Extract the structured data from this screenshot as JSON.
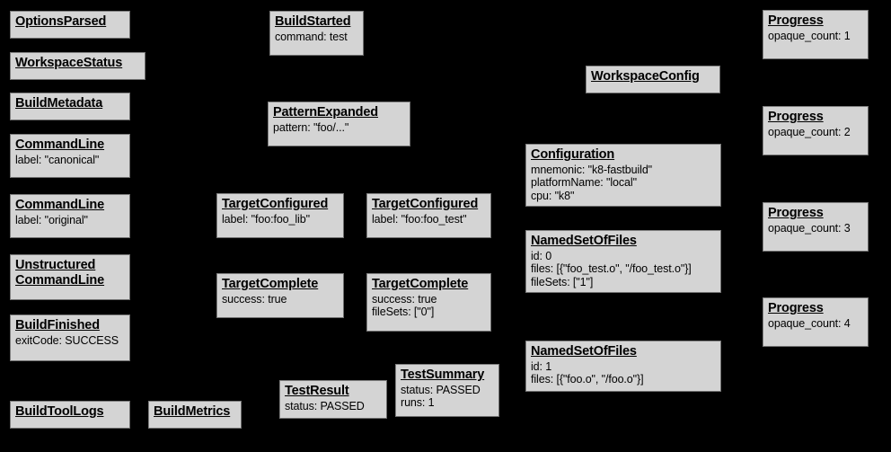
{
  "diagram": {
    "background_color": "#000000",
    "node_fill_color": "#d4d4d4",
    "node_border_color": "#808080",
    "text_color": "#000000",
    "nodes": [
      {
        "title": "OptionsParsed",
        "fields": []
      },
      {
        "title": "WorkspaceStatus",
        "fields": []
      },
      {
        "title": "BuildMetadata",
        "fields": []
      },
      {
        "title": "CommandLine",
        "fields": [
          "label: \"canonical\""
        ]
      },
      {
        "title": "CommandLine",
        "fields": [
          "label: \"original\""
        ]
      },
      {
        "title": "Unstructured\nCommandLine",
        "fields": []
      },
      {
        "title": "BuildFinished",
        "fields": [
          "exitCode: SUCCESS"
        ]
      },
      {
        "title": "BuildToolLogs",
        "fields": []
      },
      {
        "title": "BuildMetrics",
        "fields": []
      },
      {
        "title": "BuildStarted",
        "fields": [
          "command: test"
        ]
      },
      {
        "title": "PatternExpanded",
        "fields": [
          "pattern: \"foo/...\""
        ]
      },
      {
        "title": "TargetConfigured",
        "fields": [
          "label: \"foo:foo_lib\""
        ]
      },
      {
        "title": "TargetConfigured",
        "fields": [
          "label: \"foo:foo_test\""
        ]
      },
      {
        "title": "TargetComplete",
        "fields": [
          "success: true"
        ]
      },
      {
        "title": "TargetComplete",
        "fields": [
          "success: true",
          "fileSets: [\"0\"]"
        ]
      },
      {
        "title": "TestResult",
        "fields": [
          "status: PASSED"
        ]
      },
      {
        "title": "TestSummary",
        "fields": [
          "status: PASSED",
          "runs: 1"
        ]
      },
      {
        "title": "WorkspaceConfig",
        "fields": []
      },
      {
        "title": "Configuration",
        "fields": [
          "mnemonic: \"k8-fastbuild\"",
          "platformName: \"local\"",
          "cpu: \"k8\""
        ]
      },
      {
        "title": "NamedSetOfFiles",
        "fields": [
          "id: 0",
          "files: [{\"foo_test.o\", \"/foo_test.o\"}]",
          "fileSets: [\"1\"]"
        ]
      },
      {
        "title": "NamedSetOfFiles",
        "fields": [
          "id: 1",
          "files: [{\"foo.o\", \"/foo.o\"}]"
        ]
      },
      {
        "title": "Progress",
        "fields": [
          "opaque_count: 1"
        ]
      },
      {
        "title": "Progress",
        "fields": [
          "opaque_count: 2"
        ]
      },
      {
        "title": "Progress",
        "fields": [
          "opaque_count: 3"
        ]
      },
      {
        "title": "Progress",
        "fields": [
          "opaque_count: 4"
        ]
      }
    ]
  }
}
